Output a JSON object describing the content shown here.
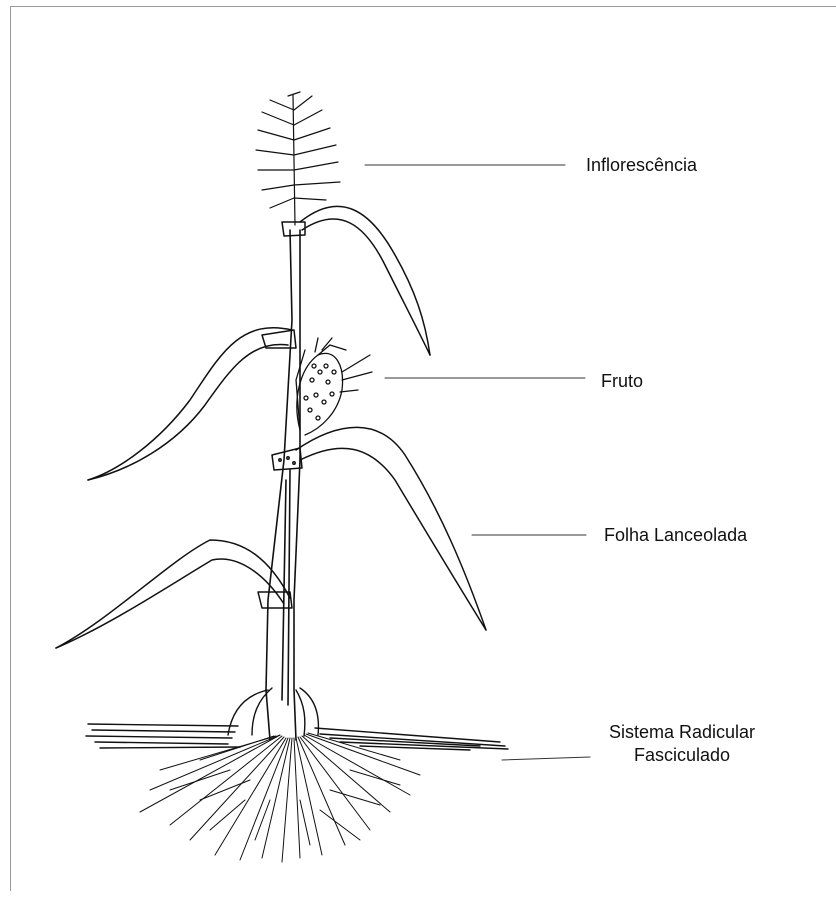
{
  "labels": {
    "inflorescencia": "Inflorescência",
    "fruto": "Fruto",
    "folha": "Folha Lanceolada",
    "sistema_line1": "Sistema Radicular",
    "sistema_line2": "Fasciculado"
  },
  "icons": {
    "plant": "maize-plant-drawing-icon"
  }
}
